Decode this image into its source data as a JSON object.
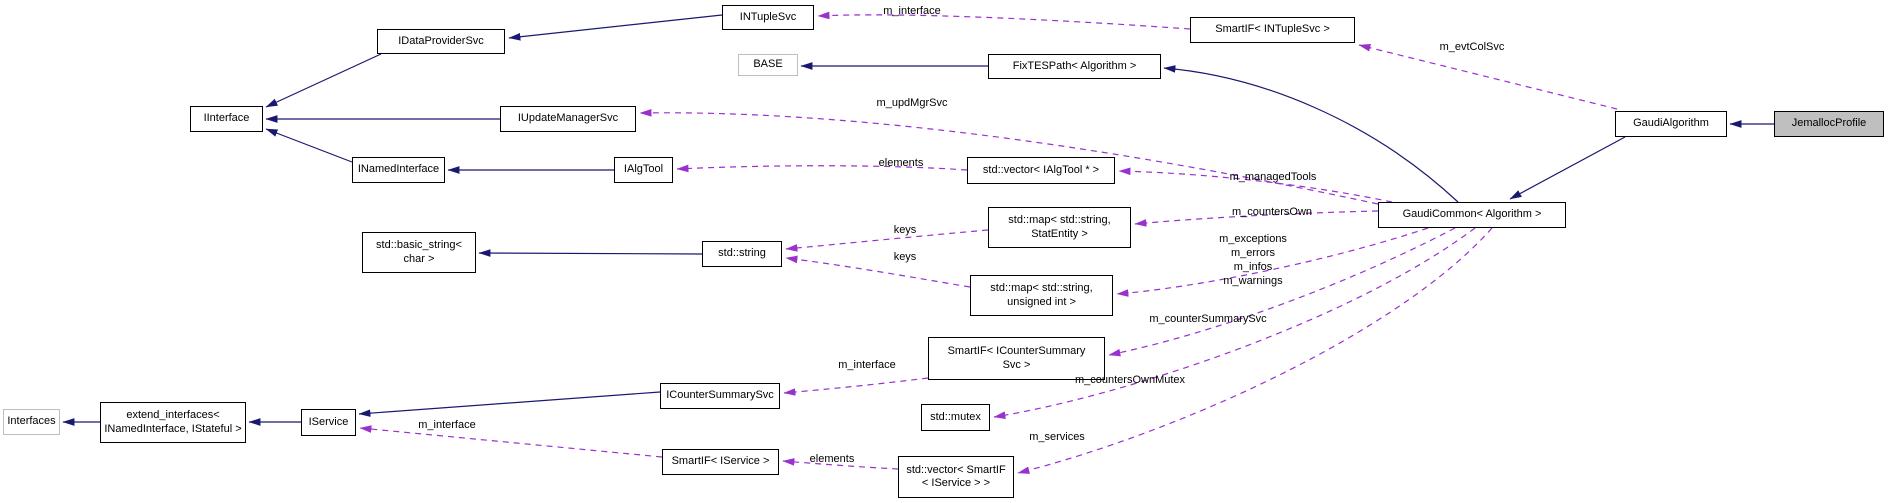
{
  "colors": {
    "inheritance_edge": "#191970",
    "usage_edge": "#9932cc",
    "node_border": "#000000",
    "external_node_border": "#bebebe",
    "focus_node_fill": "#bfbfbf"
  },
  "nodes": [
    {
      "id": "intuplesvc",
      "label": "INTupleSvc"
    },
    {
      "id": "idataprovidersvc",
      "label": "IDataProviderSvc"
    },
    {
      "id": "smartif-intuplesvc",
      "label": "SmartIF< INTupleSvc >"
    },
    {
      "id": "base",
      "label": "BASE"
    },
    {
      "id": "fixtespath",
      "label": "FixTESPath< Algorithm >"
    },
    {
      "id": "gaudialgorithm",
      "label": "GaudiAlgorithm"
    },
    {
      "id": "jemallocprofile",
      "label": "JemallocProfile"
    },
    {
      "id": "iinterface",
      "label": "IInterface"
    },
    {
      "id": "iupdatemanagersvc",
      "label": "IUpdateManagerSvc"
    },
    {
      "id": "inamedinterface",
      "label": "INamedInterface"
    },
    {
      "id": "ialgtool",
      "label": "IAlgTool"
    },
    {
      "id": "vector-ialgtool",
      "label": "std::vector< IAlgTool * >"
    },
    {
      "id": "gaudicommon",
      "label": "GaudiCommon< Algorithm >"
    },
    {
      "id": "basic-string",
      "label": "std::basic_string<\nchar >"
    },
    {
      "id": "std-string",
      "label": "std::string"
    },
    {
      "id": "map-statentity",
      "label": "std::map< std::string,\nStatEntity >"
    },
    {
      "id": "map-unsigned",
      "label": "std::map< std::string,\nunsigned int >"
    },
    {
      "id": "smartif-countersummary",
      "label": "SmartIF< ICounterSummary\nSvc >"
    },
    {
      "id": "icountersummarysvc",
      "label": "ICounterSummarySvc"
    },
    {
      "id": "std-mutex",
      "label": "std::mutex"
    },
    {
      "id": "smartif-iservice",
      "label": "SmartIF< IService >"
    },
    {
      "id": "vector-smartif-iservice",
      "label": "std::vector< SmartIF\n< IService > >"
    },
    {
      "id": "interfaces",
      "label": "Interfaces"
    },
    {
      "id": "extend-interfaces",
      "label": "extend_interfaces<\nINamedInterface, IStateful >"
    },
    {
      "id": "iservice",
      "label": "IService"
    }
  ],
  "edge_labels": [
    {
      "text": "m_interface"
    },
    {
      "text": "m_evtColSvc"
    },
    {
      "text": "m_updMgrSvc"
    },
    {
      "text": "elements"
    },
    {
      "text": "m_managedTools"
    },
    {
      "text": "m_countersOwn"
    },
    {
      "text": "keys"
    },
    {
      "text": "keys"
    },
    {
      "text": "m_exceptions\nm_errors\nm_infos\nm_warnings"
    },
    {
      "text": "m_counterSummarySvc"
    },
    {
      "text": "m_interface"
    },
    {
      "text": "m_countersOwnMutex"
    },
    {
      "text": "m_services"
    },
    {
      "text": "elements"
    },
    {
      "text": "m_interface"
    }
  ]
}
